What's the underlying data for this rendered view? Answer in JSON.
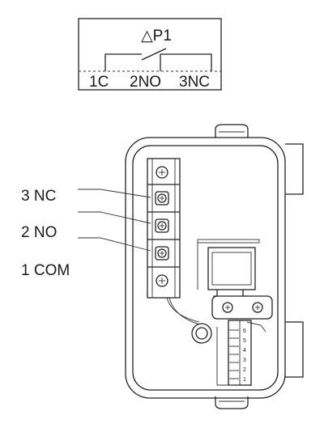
{
  "schematic": {
    "title": "△P1",
    "terminals": [
      "1C",
      "2NO",
      "3NC"
    ]
  },
  "callouts": [
    "3 NC",
    "2 NO",
    "1 COM"
  ],
  "scale_numbers": [
    "6",
    "5",
    "4",
    "3",
    "2",
    "1"
  ]
}
